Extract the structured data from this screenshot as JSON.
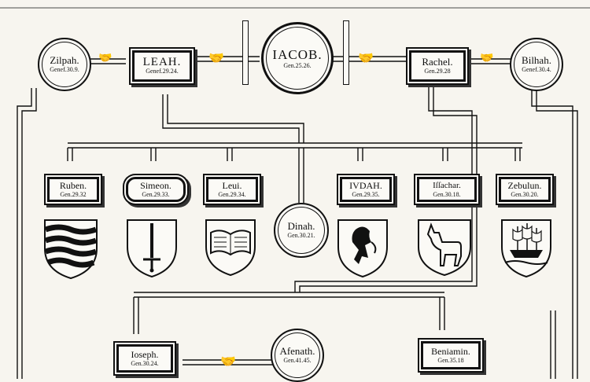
{
  "nodes": {
    "zilpah": {
      "name": "Zilpah.",
      "ref": "Genef.30.9."
    },
    "leah": {
      "name": "LEAH.",
      "ref": "Genef.29.24."
    },
    "jacob": {
      "name": "IACOB.",
      "ref": "Gen.25.26."
    },
    "rachel": {
      "name": "Rachel.",
      "ref": "Gen.29.28"
    },
    "bilhah": {
      "name": "Bilhah.",
      "ref": "Genef.30.4."
    },
    "ruben": {
      "name": "Ruben.",
      "ref": "Gen.29.32"
    },
    "simeon": {
      "name": "Simeon.",
      "ref": "Gen.29.33."
    },
    "levi": {
      "name": "Leui.",
      "ref": "Gen.29.34."
    },
    "dinah": {
      "name": "Dinah.",
      "ref": "Gen.30.21."
    },
    "judah": {
      "name": "IVDAH.",
      "ref": "Gen.29.35."
    },
    "issachar": {
      "name": "Iſſachar.",
      "ref": "Gen.30.18."
    },
    "zebulun": {
      "name": "Zebulun.",
      "ref": "Gen.30.20."
    },
    "joseph": {
      "name": "Ioseph.",
      "ref": "Gen.30.24."
    },
    "asenath": {
      "name": "Afenath.",
      "ref": "Gen.41.45."
    },
    "benjamin": {
      "name": "Beniamin.",
      "ref": "Gen.35.18"
    }
  },
  "shields": {
    "ruben": "waves",
    "simeon": "sword",
    "levi": "book",
    "judah": "lion",
    "issachar": "donkey",
    "zebulun": "ship"
  },
  "colors": {
    "ink": "#111111",
    "paper": "#f7f5ef"
  }
}
